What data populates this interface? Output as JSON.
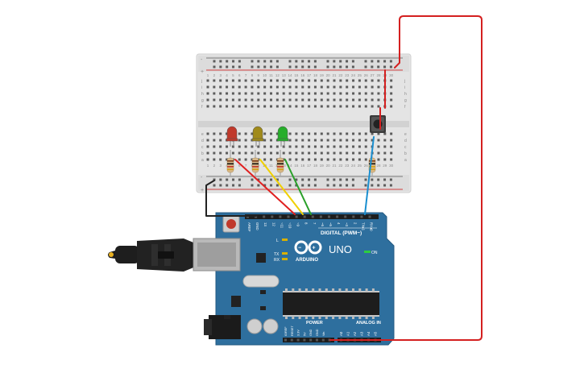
{
  "breadboard": {
    "row_letters_top": [
      "j",
      "i",
      "h",
      "g",
      "f"
    ],
    "row_letters_bottom": [
      "e",
      "d",
      "c",
      "b",
      "a"
    ],
    "columns": 30,
    "rail_minus": "-",
    "rail_plus": "+"
  },
  "leds": [
    {
      "color_name": "red",
      "color": "#c0392b"
    },
    {
      "color_name": "yellow",
      "color": "#a08a1a"
    },
    {
      "color_name": "green",
      "color": "#27ae2b"
    }
  ],
  "arduino": {
    "logo_text": "ARDUINO",
    "model": "UNO",
    "digital_label": "DIGITAL (PWM~)",
    "power_label": "POWER",
    "analog_label": "ANALOG IN",
    "on_label": "ON",
    "led_l": "L",
    "led_tx": "TX",
    "led_rx": "RX",
    "top_pins": [
      "AREF",
      "GND",
      "13",
      "12",
      "~11",
      "~10",
      "~9",
      "8",
      "7",
      "~6",
      "~5",
      "4",
      "~3",
      "2",
      "TX▸1",
      "RX◂0"
    ],
    "power_pins": [
      "IOREF",
      "RESET",
      "3.3V",
      "5V",
      "GND",
      "GND",
      "Vin"
    ],
    "analog_pins": [
      "A0",
      "A1",
      "A2",
      "A3",
      "A4",
      "A5"
    ],
    "board_color": "#2e6f9e"
  },
  "wires": [
    {
      "name": "red-led-wire",
      "color": "#e02020"
    },
    {
      "name": "yellow-led-wire",
      "color": "#f0d000"
    },
    {
      "name": "green-led-wire",
      "color": "#2aa02a"
    },
    {
      "name": "button-wire",
      "color": "#1a8fd0"
    },
    {
      "name": "ground-wire",
      "color": "#222222"
    },
    {
      "name": "power-wire",
      "color": "#d42020"
    }
  ]
}
